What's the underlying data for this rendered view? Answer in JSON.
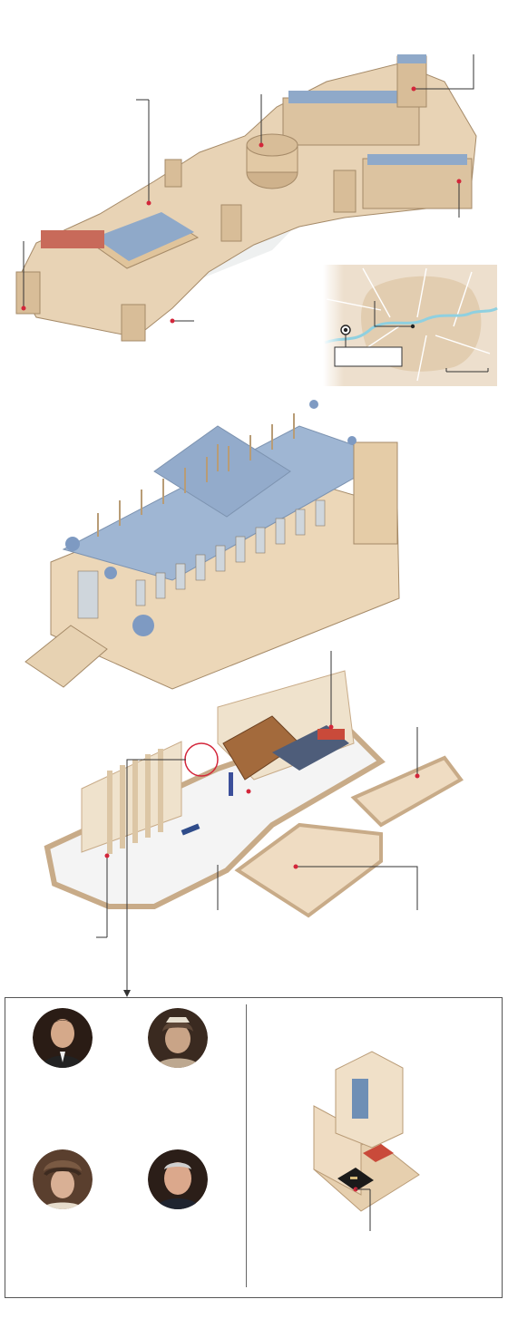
{
  "figure": {
    "sections": [
      "castle-overview",
      "locator-map",
      "chapel-exterior",
      "chapel-cutaway",
      "royal-vault-panel"
    ],
    "locator_map": {
      "label_box_text": ""
    },
    "panel": {
      "portraits": [
        {
          "name_icon": "portrait-man-suit"
        },
        {
          "name_icon": "portrait-woman-tiara"
        },
        {
          "name_icon": "portrait-woman-hat"
        },
        {
          "name_icon": "portrait-elderly-man"
        }
      ]
    },
    "colors": {
      "stone": "#e8d3b5",
      "stone_dark": "#c9ab86",
      "roof_blue": "#8fa9c9",
      "lawn_green": "#8fcfae",
      "marker_red": "#d3263a",
      "leader": "#333333"
    }
  }
}
